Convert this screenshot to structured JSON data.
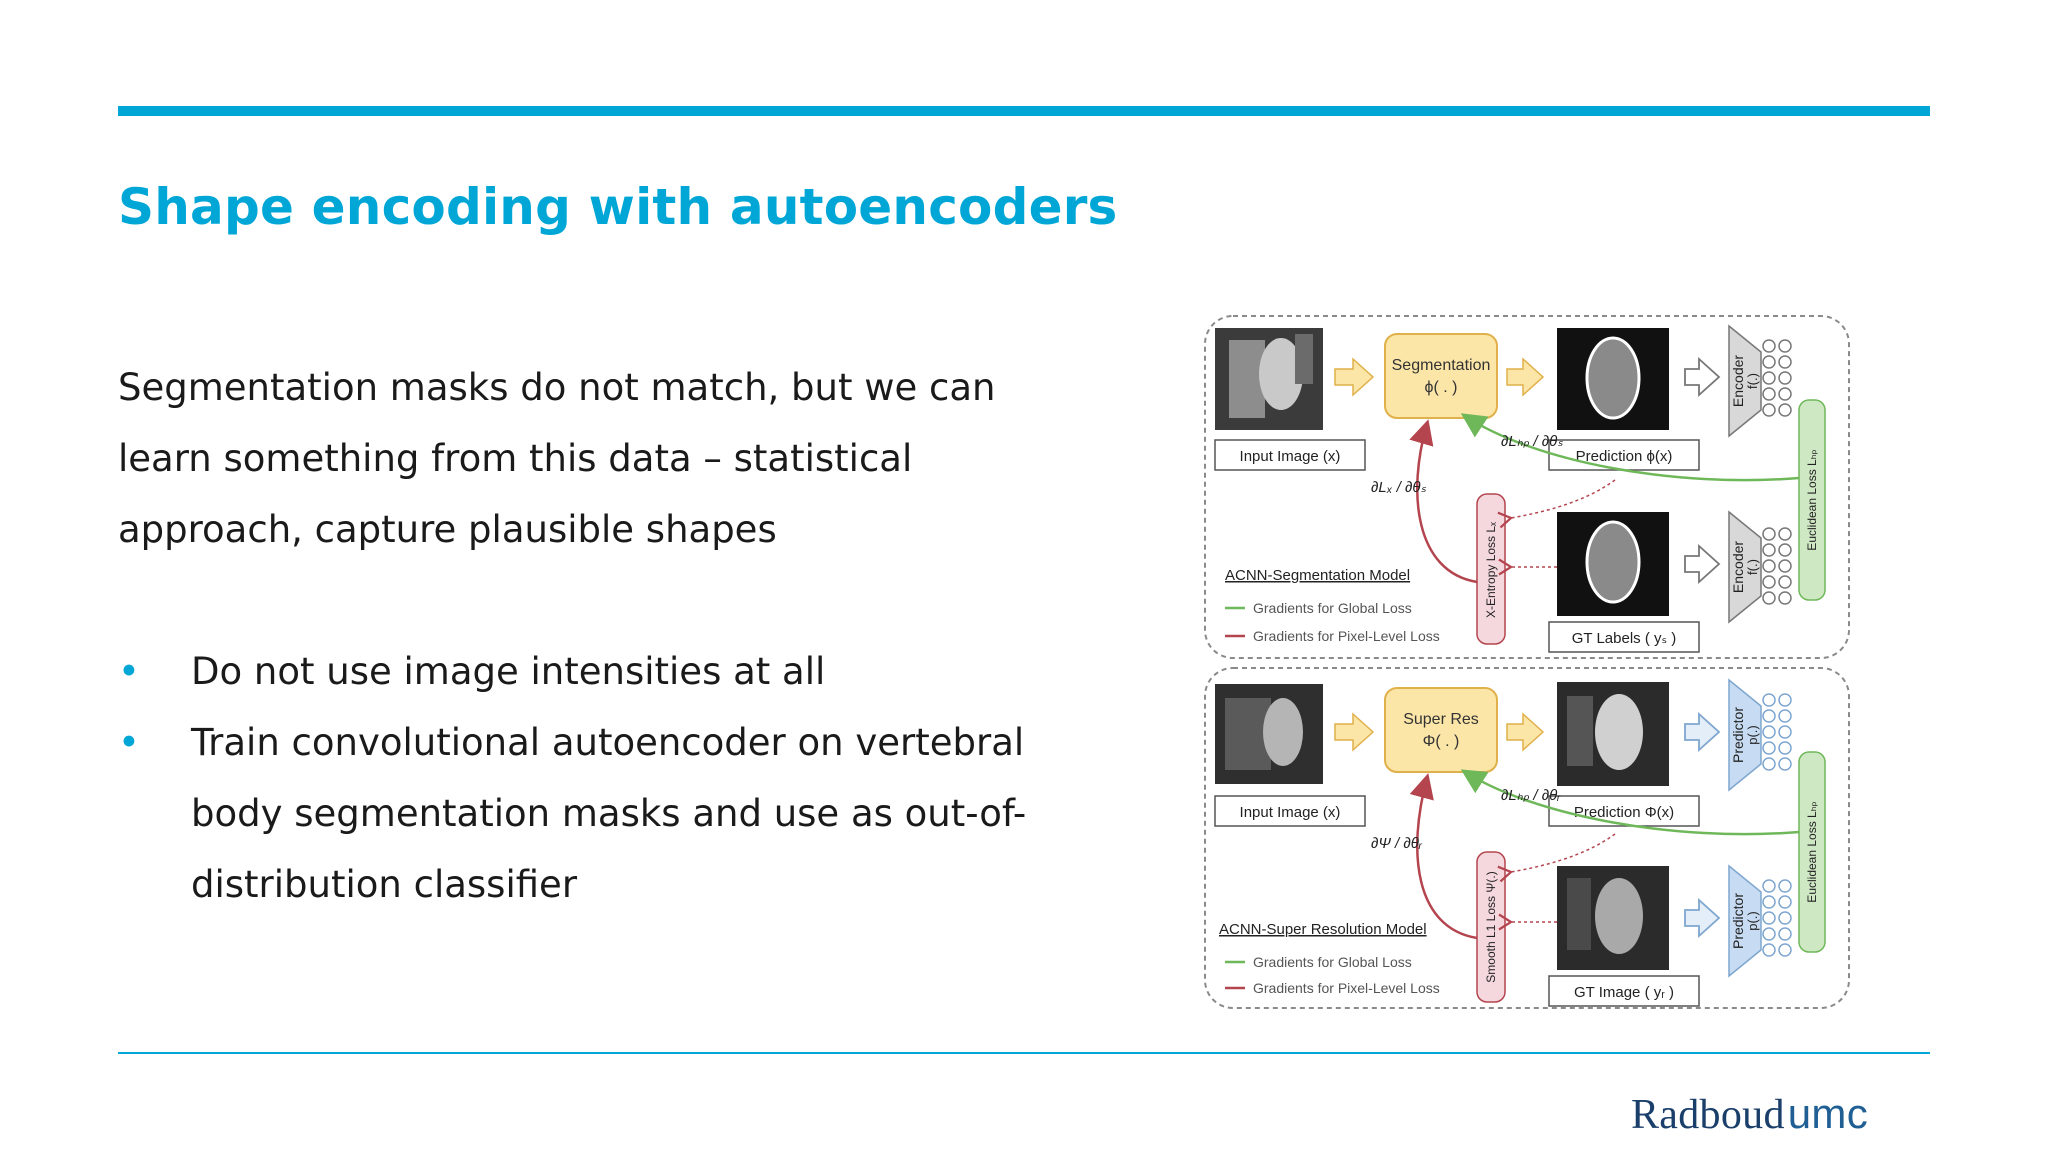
{
  "slide": {
    "title": "Shape encoding with autoencoders",
    "body": "Segmentation masks do not match, but we can learn something from this data – statistical approach, capture plausible shapes",
    "bullets": [
      "Do not use image intensities at all",
      "Train convolutional autoencoder on vertebral body segmentation masks and use as out-of-distribution classifier"
    ],
    "accent_color": "#00a6d6"
  },
  "figure": {
    "seg_model": {
      "input_label": "Input Image (x)",
      "block_line1": "Segmentation",
      "block_line2": "ϕ( . )",
      "prediction_label": "Prediction ϕ(x)",
      "gt_label": "GT Labels ( yₛ )",
      "encoder_label": "Encoder",
      "encoder_func": "f(.)",
      "euclid_label": "Euclidean Loss Lₕₚ",
      "xentropy_label": "X-Entropy Loss Lₓ",
      "grad_top": "∂Lₕₚ / ∂θₛ",
      "grad_left": "∂Lₓ / ∂θₛ",
      "model_title": "ACNN-Segmentation Model",
      "legend_global": "Gradients for Global Loss",
      "legend_pixel": "Gradients for Pixel-Level Loss"
    },
    "sr_model": {
      "input_label": "Input Image (x)",
      "block_line1": "Super Res",
      "block_line2": "Φ( . )",
      "prediction_label": "Prediction Φ(x)",
      "gt_label": "GT Image ( yᵣ )",
      "predictor_label": "Predictor",
      "predictor_func": "p(.)",
      "euclid_label": "Euclidean Loss Lₕₚ",
      "l1_label": "Smooth L1 Loss Ψ(.)",
      "grad_top": "∂Lₕₚ / ∂θᵣ",
      "grad_left": "∂Ψ / ∂θᵣ",
      "model_title": "ACNN-Super Resolution Model",
      "legend_global": "Gradients for Global Loss",
      "legend_pixel": "Gradients for Pixel-Level Loss"
    },
    "colors": {
      "block_fill": "#fbe6a8",
      "block_stroke": "#e0b04a",
      "trapezoid_fill": "#c7dcf2",
      "loss_fill": "#cfe8c4",
      "global_grad": "#6fb85a",
      "pixel_grad": "#b4454f"
    },
    "icons": [
      "right-arrow-icon",
      "encoder-trapezoid-icon",
      "neuron-circles-icon"
    ]
  },
  "footer": {
    "logo_main": "Radboud",
    "logo_suffix": "umc"
  }
}
